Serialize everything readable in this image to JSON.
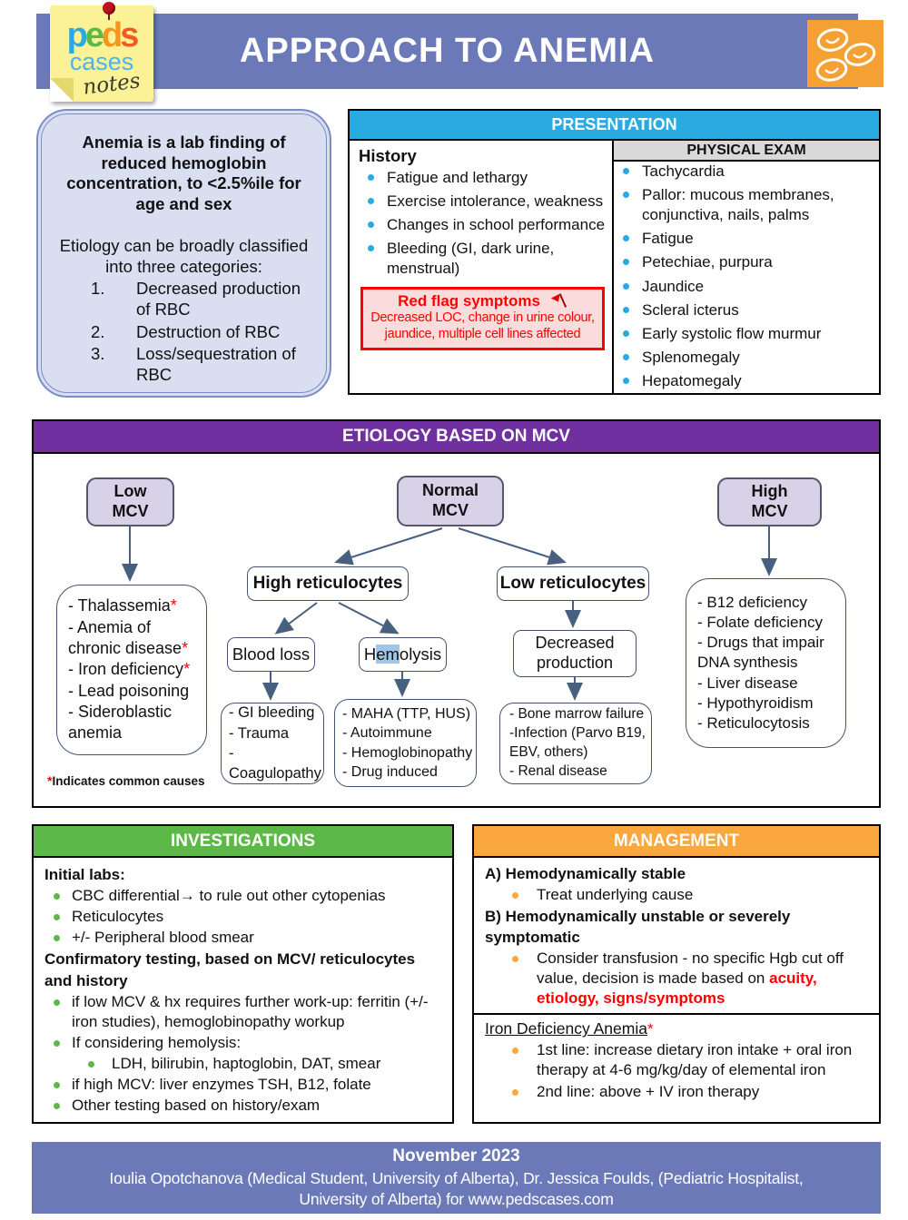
{
  "colors": {
    "title_bar": "#6B79B8",
    "presentation_header": "#29ABE2",
    "etiology_header": "#7030A0",
    "investigations_header": "#5CB947",
    "management_header": "#FAA73E",
    "accent_red": "#FF0000",
    "flowchart_arrow": "#47607F",
    "mcv_node_fill": "#D8D2E8",
    "definition_fill": "#D9DEF1",
    "hemolysis_highlight": "#9FC5E8",
    "physical_exam_bar": "#D9D9D9",
    "red_flag_fill": "#FBDCDC",
    "rbc_box_fill": "#F5A033"
  },
  "logo": {
    "peds_letters": [
      "p",
      "e",
      "d",
      "s"
    ],
    "cases": "cases",
    "notes": "notes"
  },
  "header": {
    "title": "APPROACH TO ANEMIA"
  },
  "definition": {
    "bold_text": "Anemia is a lab finding of reduced hemoglobin concentration, to <2.5%ile for age and sex",
    "intro": "Etiology can be broadly classified into three categories:",
    "items": [
      {
        "num": "1.",
        "text": "Decreased production of RBC"
      },
      {
        "num": "2.",
        "text": "Destruction of RBC"
      },
      {
        "num": "3.",
        "text": "Loss/sequestration of RBC"
      }
    ]
  },
  "presentation": {
    "header": "PRESENTATION",
    "history": {
      "title": "History",
      "items": [
        "Fatigue and lethargy",
        "Exercise intolerance, weakness",
        "Changes in school performance",
        "Bleeding (GI, dark urine, menstrual)"
      ]
    },
    "red_flag": {
      "title": "Red flag symptoms",
      "text": "Decreased LOC, change in urine colour, jaundice, multiple cell lines affected"
    },
    "physical_exam": {
      "title": "PHYSICAL EXAM",
      "items": [
        "Tachycardia",
        "Pallor: mucous membranes, conjunctiva, nails, palms",
        "Fatigue",
        "Petechiae, purpura",
        "Jaundice",
        "Scleral icterus",
        "Early systolic flow murmur",
        "Splenomegaly",
        "Hepatomegaly"
      ]
    }
  },
  "etiology": {
    "header": "ETIOLOGY BASED ON MCV",
    "low_mcv": {
      "line1": "Low",
      "line2": "MCV"
    },
    "normal_mcv": {
      "line1": "Normal",
      "line2": "MCV"
    },
    "high_mcv": {
      "line1": "High",
      "line2": "MCV"
    },
    "high_retic": "High reticulocytes",
    "low_retic": "Low reticulocytes",
    "blood_loss": "Blood loss",
    "hemolysis": {
      "pre": "H",
      "highlight": "em",
      "post": "olysis"
    },
    "decreased_production": {
      "line1": "Decreased",
      "line2": "production"
    },
    "low_mcv_causes": [
      {
        "text": "- Thalassemia",
        "star": "*"
      },
      {
        "text": "- Anemia of chronic disease",
        "star": "*"
      },
      {
        "text": "- Iron deficiency",
        "star": "*"
      },
      {
        "text": "- Lead poisoning"
      },
      {
        "text": "- Sideroblastic anemia"
      }
    ],
    "blood_loss_causes": [
      "- GI bleeding",
      "- Trauma",
      "-Coagulopathy"
    ],
    "hemolysis_causes": [
      "- MAHA (TTP, HUS)",
      "- Autoimmune",
      "- Hemoglobinopathy",
      "- Drug induced"
    ],
    "decreased_production_causes": [
      "- Bone marrow failure",
      "-Infection (Parvo B19, EBV, others)",
      "- Renal disease"
    ],
    "high_mcv_causes": [
      "- B12 deficiency",
      "- Folate deficiency",
      "- Drugs that impair DNA synthesis",
      "- Liver disease",
      "- Hypothyroidism",
      "- Reticulocytosis"
    ],
    "footnote": {
      "star": "*",
      "text": "Indicates common causes"
    }
  },
  "investigations": {
    "header": "INVESTIGATIONS",
    "initial_labs_title": "Initial labs:",
    "initial_labs": [
      "CBC differential→ to rule out other cytopenias",
      "Reticulocytes",
      "+/- Peripheral blood smear"
    ],
    "confirmatory_title": "Confirmatory testing, based on MCV/ reticulocytes and history",
    "confirmatory": [
      {
        "text": "if low MCV & hx requires further work-up: ferritin (+/- iron studies), hemoglobinopathy workup"
      },
      {
        "text": "If considering hemolysis:"
      },
      {
        "text": "LDH, bilirubin, haptoglobin, DAT, smear",
        "sub": true
      },
      {
        "text": "if high MCV: liver enzymes TSH, B12, folate"
      },
      {
        "text": "Other testing based on history/exam"
      }
    ]
  },
  "management": {
    "header": "MANAGEMENT",
    "a_title": "A) Hemodynamically stable",
    "a_item": "Treat underlying cause",
    "b_title": "B) Hemodynamically unstable or severely symptomatic",
    "b_item_main": "Consider transfusion - no specific Hgb cut off value, decision is made based on ",
    "b_item_red": "acuity, etiology, signs/symptoms",
    "ida_title": "Iron Deficiency Anemia",
    "ida_star": "*",
    "ida_items": [
      "1st line: increase dietary iron intake + oral iron therapy at 4-6 mg/kg/day of elemental iron",
      "2nd line: above + IV iron therapy"
    ]
  },
  "footer": {
    "date": "November 2023",
    "credits": "Ioulia Opotchanova (Medical Student, University of Alberta), Dr. Jessica Foulds, (Pediatric Hospitalist, University of Alberta) for www.pedscases.com"
  }
}
